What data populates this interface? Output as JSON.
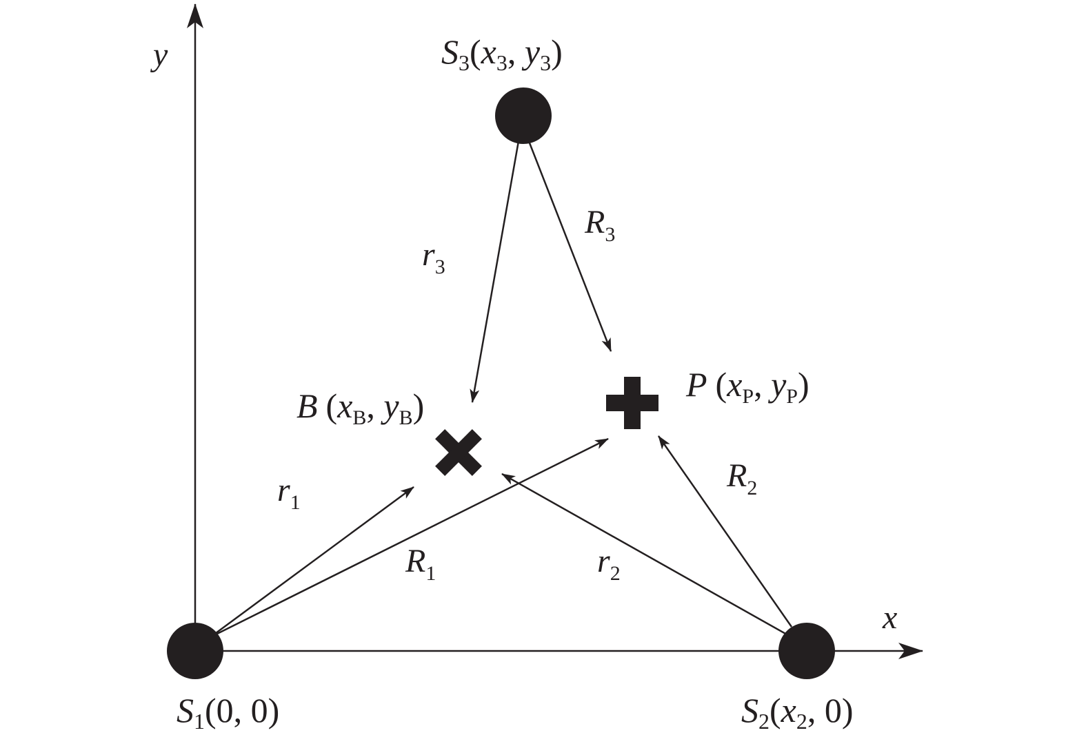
{
  "axes": {
    "x_label": "x",
    "y_label": "y"
  },
  "stations": [
    {
      "name": "S",
      "sub": "1",
      "coords": "(0, 0)"
    },
    {
      "name": "S",
      "sub": "2",
      "open": "(",
      "var": "x",
      "var_sub": "2",
      "rest": ", 0)"
    },
    {
      "name": "S",
      "sub": "3",
      "open": "(",
      "var1": "x",
      "var1_sub": "3",
      "sep": ", ",
      "var2": "y",
      "var2_sub": "3",
      "close": ")"
    }
  ],
  "points": {
    "B": {
      "name": "B",
      "open": "(",
      "var1": "x",
      "var1_sub": "B",
      "sep": ", ",
      "var2": "y",
      "var2_sub": "B",
      "close": ")"
    },
    "P": {
      "name": "P",
      "open": "(",
      "var1": "x",
      "var1_sub": "P",
      "sep": ", ",
      "var2": "y",
      "var2_sub": "P",
      "close": ")"
    }
  },
  "vectors": {
    "r1": {
      "sym": "r",
      "sub": "1"
    },
    "r2": {
      "sym": "r",
      "sub": "2"
    },
    "r3": {
      "sym": "r",
      "sub": "3"
    },
    "R1": {
      "sym": "R",
      "sub": "1"
    },
    "R2": {
      "sym": "R",
      "sub": "2"
    },
    "R3": {
      "sym": "R",
      "sub": "3"
    }
  },
  "colors": {
    "ink": "#231f20",
    "background": "#ffffff"
  }
}
